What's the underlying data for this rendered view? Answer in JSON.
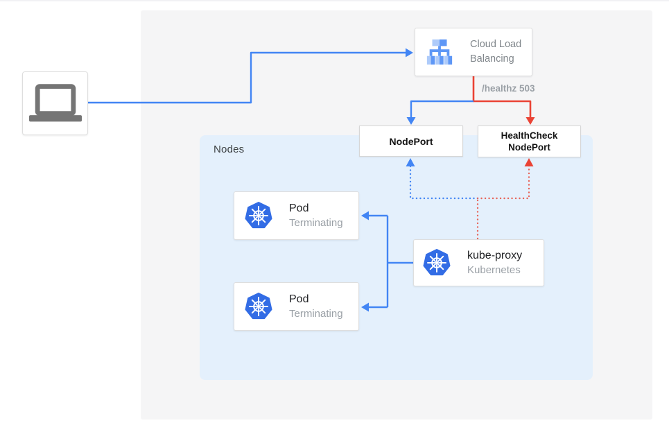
{
  "colors": {
    "blue": "#4285F4",
    "red": "#EA4335",
    "red_dotted": "#E76459",
    "panel_gray": "#F5F5F6",
    "panel_blue": "#E4F0FC",
    "box_border": "#DEDEDE",
    "text_dark": "#202124",
    "text_gray": "#9AA0A6",
    "clb_text": "#80868B",
    "icon_gray": "#757575",
    "k8s_blue": "#326CE5"
  },
  "nodes_panel": {
    "label": "Nodes"
  },
  "client": {
    "icon": "laptop-icon"
  },
  "cloud_load_balancing": {
    "icon": "cloud-load-balancing-icon",
    "label_line1": "Cloud Load",
    "label_line2": "Balancing"
  },
  "healthz_badge": "/healthz 503",
  "nodeport": {
    "label": "NodePort"
  },
  "healthcheck_nodeport": {
    "line1": "HealthCheck",
    "line2": "NodePort"
  },
  "pods": [
    {
      "icon": "kubernetes-icon",
      "title": "Pod",
      "status": "Terminating"
    },
    {
      "icon": "kubernetes-icon",
      "title": "Pod",
      "status": "Terminating"
    }
  ],
  "kube_proxy": {
    "icon": "kubernetes-icon",
    "title": "kube-proxy",
    "subtitle": "Kubernetes"
  }
}
